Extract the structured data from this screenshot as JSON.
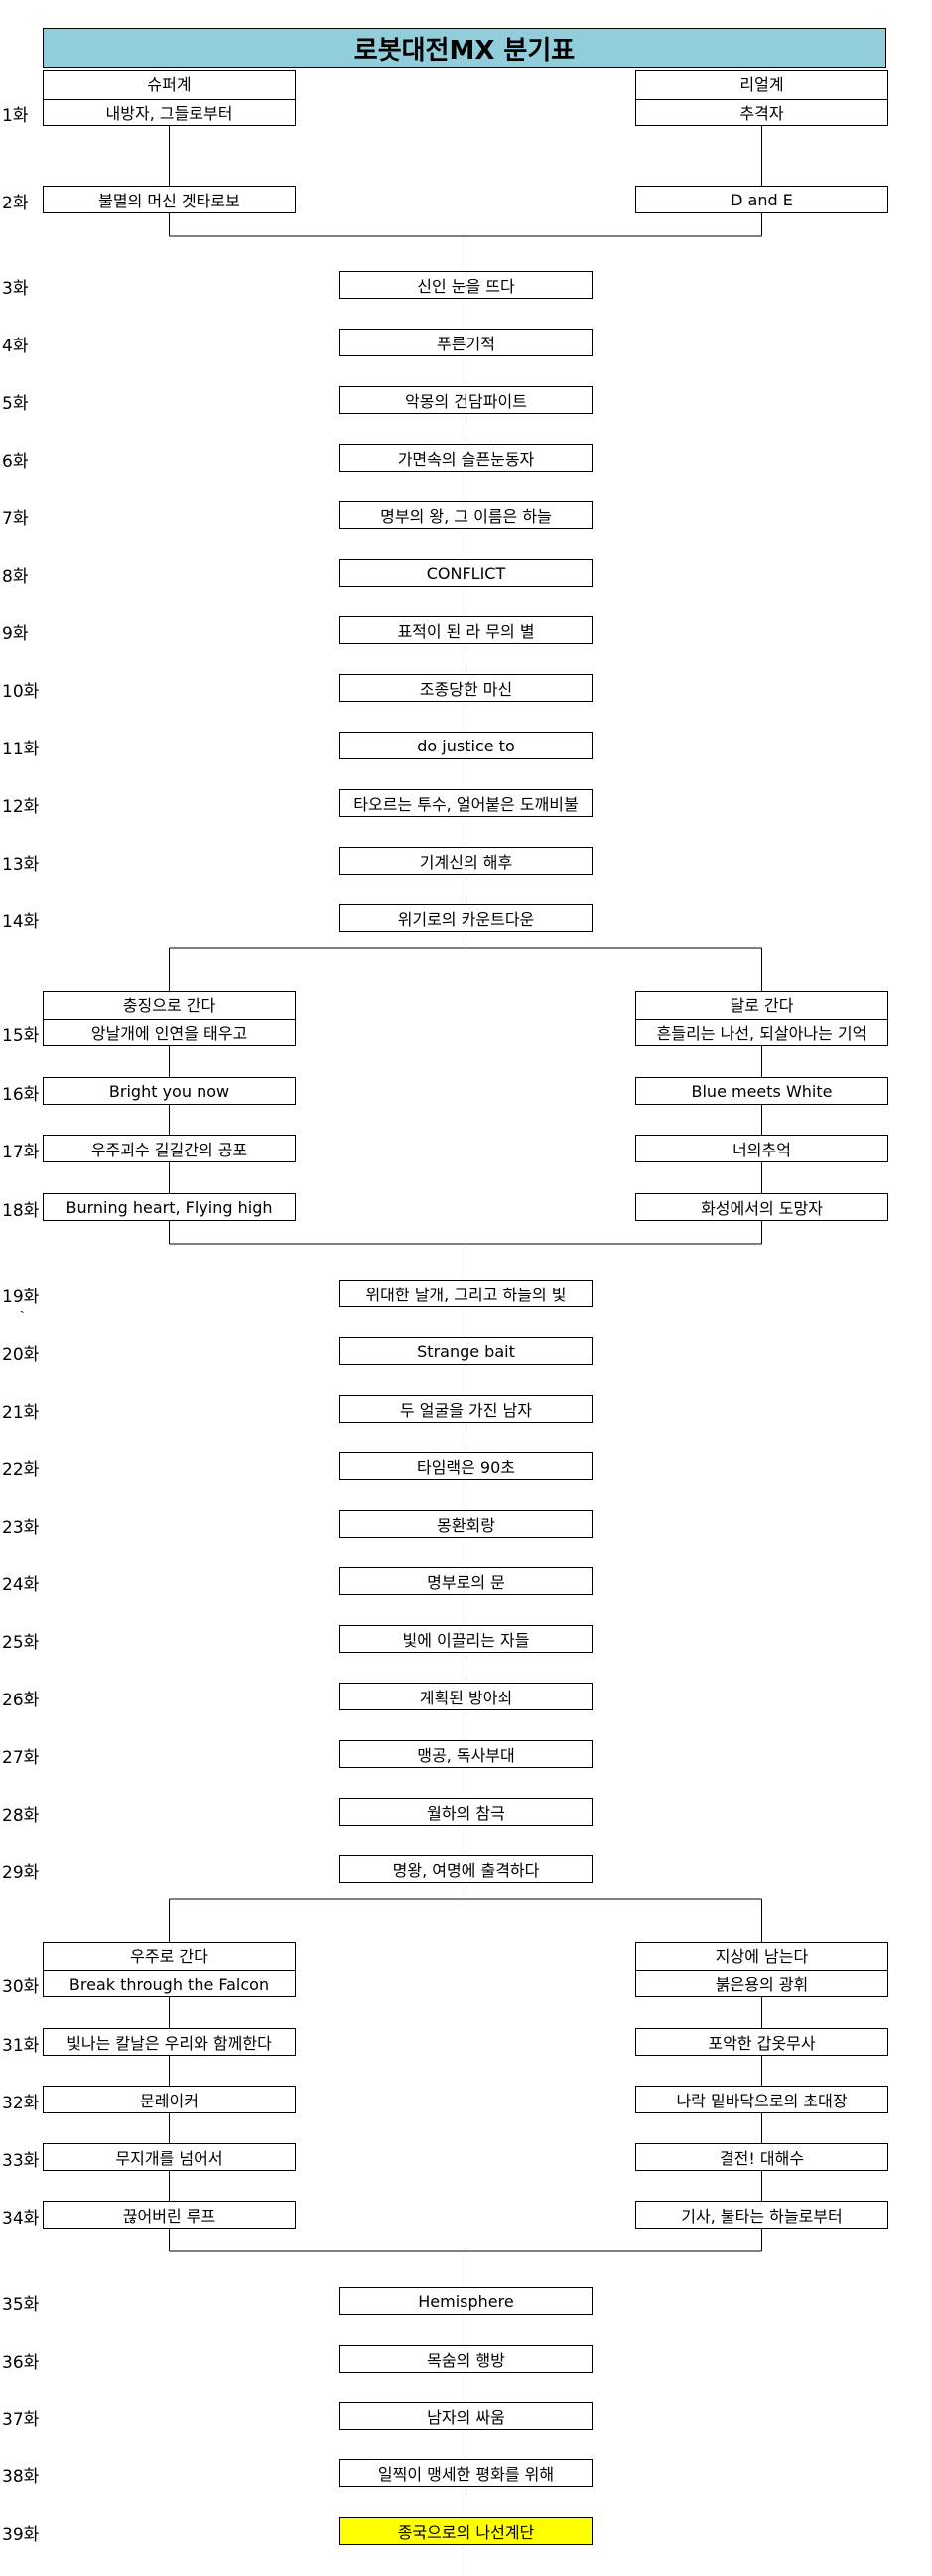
{
  "title": "로봇대전MX 분기표",
  "rows": [
    {
      "ep": "1화",
      "left": {
        "head": "슈퍼계",
        "body": "내방자, 그들로부터"
      },
      "right": {
        "head": "리얼계",
        "body": "추격자"
      }
    },
    {
      "ep": "2화",
      "left": {
        "body": "불멸의 머신 겟타로보"
      },
      "right": {
        "body": "D and E"
      }
    },
    {
      "ep": "3화",
      "center": "신인 눈을 뜨다"
    },
    {
      "ep": "4화",
      "center": "푸른기적"
    },
    {
      "ep": "5화",
      "center": "악몽의 건담파이트"
    },
    {
      "ep": "6화",
      "center": "가면속의 슬픈눈동자"
    },
    {
      "ep": "7화",
      "center": "명부의 왕, 그 이름은 하늘"
    },
    {
      "ep": "8화",
      "center": "CONFLICT"
    },
    {
      "ep": "9화",
      "center": "표적이 된 라 무의 별"
    },
    {
      "ep": "10화",
      "center": "조종당한 마신"
    },
    {
      "ep": "11화",
      "center": "do justice to"
    },
    {
      "ep": "12화",
      "center": "타오르는 투수, 얼어붙은 도깨비불"
    },
    {
      "ep": "13화",
      "center": "기계신의 해후"
    },
    {
      "ep": "14화",
      "center": "위기로의 카운트다운"
    },
    {
      "ep": "15화",
      "left": {
        "head": "충징으로 간다",
        "body": "앙날개에 인연을 태우고"
      },
      "right": {
        "head": "달로 간다",
        "body": "흔들리는 나선, 되살아나는 기억"
      }
    },
    {
      "ep": "16화",
      "left": {
        "body": "Bright you now"
      },
      "right": {
        "body": "Blue meets White"
      }
    },
    {
      "ep": "17화",
      "left": {
        "body": "우주괴수 길길간의 공포"
      },
      "right": {
        "body": "너의추억"
      }
    },
    {
      "ep": "18화",
      "left": {
        "body": "Burning heart, Flying high"
      },
      "right": {
        "body": "화성에서의 도망자"
      }
    },
    {
      "ep": "19화",
      "center": "위대한 날개, 그리고 하늘의 빛"
    },
    {
      "ep": "20화",
      "center": "Strange bait"
    },
    {
      "ep": "21화",
      "center": "두 얼굴을 가진 남자"
    },
    {
      "ep": "22화",
      "center": "타임랙은 90초"
    },
    {
      "ep": "23화",
      "center": "몽환회랑"
    },
    {
      "ep": "24화",
      "center": "명부로의 문"
    },
    {
      "ep": "25화",
      "center": "빛에 이끌리는 자들"
    },
    {
      "ep": "26화",
      "center": "계획된 방아쇠"
    },
    {
      "ep": "27화",
      "center": "맹공, 독사부대"
    },
    {
      "ep": "28화",
      "center": "월하의 참극"
    },
    {
      "ep": "29화",
      "center": "명왕, 여명에 출격하다"
    },
    {
      "ep": "30화",
      "left": {
        "head": "우주로 간다",
        "body": "Break through the Falcon"
      },
      "right": {
        "head": "지상에 남는다",
        "body": "붉은용의 광휘"
      }
    },
    {
      "ep": "31화",
      "left": {
        "body": "빛나는 칼날은 우리와 함께한다"
      },
      "right": {
        "body": "포악한 갑옷무사"
      }
    },
    {
      "ep": "32화",
      "left": {
        "body": "문레이커"
      },
      "right": {
        "body": "나락 밑바닥으로의 초대장"
      }
    },
    {
      "ep": "33화",
      "left": {
        "body": "무지개를 넘어서"
      },
      "right": {
        "body": "결전! 대해수"
      }
    },
    {
      "ep": "34화",
      "left": {
        "body": "끊어버린 루프"
      },
      "right": {
        "body": "기사, 불타는 하늘로부터"
      }
    },
    {
      "ep": "35화",
      "center": "Hemisphere"
    },
    {
      "ep": "36화",
      "center": "목숨의 행방"
    },
    {
      "ep": "37화",
      "center": "남자의 싸움"
    },
    {
      "ep": "38화",
      "center": "일찍이 맹세한 평화를 위해"
    },
    {
      "ep": "39화",
      "center": "종국으로의 나선계단",
      "highlight": true
    }
  ],
  "stray_mark": "`",
  "highlight_color": "#ffff00",
  "title_color": "#92cddc"
}
